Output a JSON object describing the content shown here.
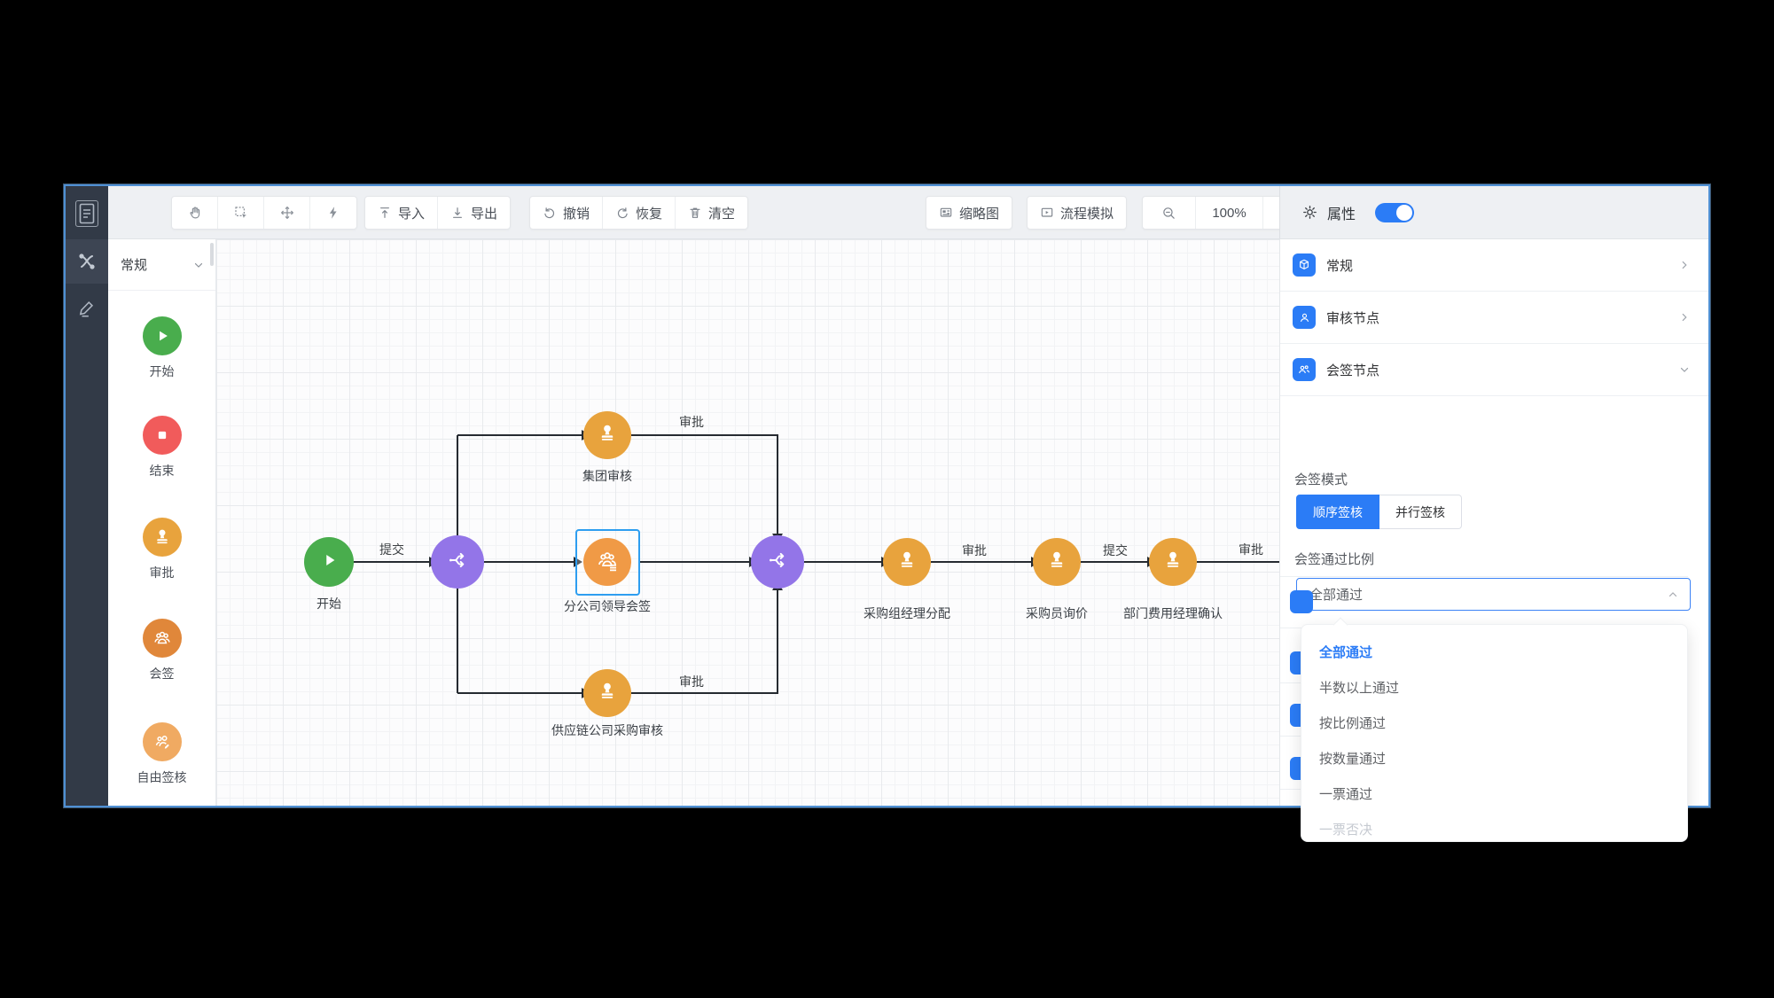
{
  "app": {
    "accent": "#2b7cf6",
    "window_border": "#4f90d4"
  },
  "activity_bar": {
    "icons": [
      "document-icon",
      "components-icon",
      "pencil-icon"
    ]
  },
  "toolbar": {
    "icon_buttons": [
      "hand-icon",
      "marquee-select-icon",
      "move-icon",
      "lightning-icon"
    ],
    "import_label": "导入",
    "export_label": "导出",
    "undo_label": "撤销",
    "redo_label": "恢复",
    "clear_label": "清空",
    "minimap_label": "缩略图",
    "simulate_label": "流程模拟",
    "zoom_level": "100%"
  },
  "palette": {
    "group_label": "常规",
    "items": [
      {
        "label": "开始",
        "icon": "play-icon",
        "color": "#49ad4d"
      },
      {
        "label": "结束",
        "icon": "stop-icon",
        "color": "#f15b5b"
      },
      {
        "label": "审批",
        "icon": "stamp-icon",
        "color": "#e8a33d"
      },
      {
        "label": "会签",
        "icon": "people-icon",
        "color": "#e0873a"
      },
      {
        "label": "自由签核",
        "icon": "people-pen-icon",
        "color": "#f0aa62"
      }
    ]
  },
  "canvas": {
    "nodes": [
      {
        "label": "开始",
        "type": "start",
        "color": "#49ad4d"
      },
      {
        "type": "gateway",
        "icon": "share-icon",
        "color": "#9375e8"
      },
      {
        "label": "集团审核",
        "type": "approval",
        "color": "#e8a33d"
      },
      {
        "label": "分公司领导会签",
        "type": "countersign",
        "selected": true,
        "color": "#f09a46"
      },
      {
        "label": "供应链公司采购审核",
        "type": "approval",
        "color": "#e8a33d"
      },
      {
        "type": "gateway",
        "icon": "share-icon",
        "color": "#9375e8"
      },
      {
        "label": "采购组经理分配",
        "type": "approval",
        "color": "#e8a33d"
      },
      {
        "label": "采购员询价",
        "type": "approval",
        "color": "#e8a33d"
      },
      {
        "label": "部门费用经理确认",
        "type": "approval",
        "color": "#e8a33d"
      }
    ],
    "edge_labels": [
      {
        "text": "提交"
      },
      {
        "text": "审批"
      },
      {
        "text": "审批"
      },
      {
        "text": "审批"
      },
      {
        "text": "提交"
      },
      {
        "text": "审批"
      }
    ]
  },
  "panel": {
    "title": "属性",
    "sections": [
      {
        "label": "常规",
        "icon": "cube-icon",
        "expanded": false
      },
      {
        "label": "审核节点",
        "icon": "person-icon",
        "expanded": false
      },
      {
        "label": "会签节点",
        "icon": "people-icon",
        "expanded": true
      }
    ],
    "countersign": {
      "mode_label": "会签模式",
      "modes": [
        {
          "label": "顺序签核",
          "selected": true
        },
        {
          "label": "并行签核",
          "selected": false
        }
      ],
      "ratio_label": "会签通过比例",
      "ratio_value": "全部通过",
      "ratio_options": [
        {
          "label": "全部通过",
          "selected": true
        },
        {
          "label": "半数以上通过"
        },
        {
          "label": "按比例通过"
        },
        {
          "label": "按数量通过"
        },
        {
          "label": "一票通过"
        },
        {
          "label": "一票否决",
          "disabled": true
        }
      ]
    }
  }
}
